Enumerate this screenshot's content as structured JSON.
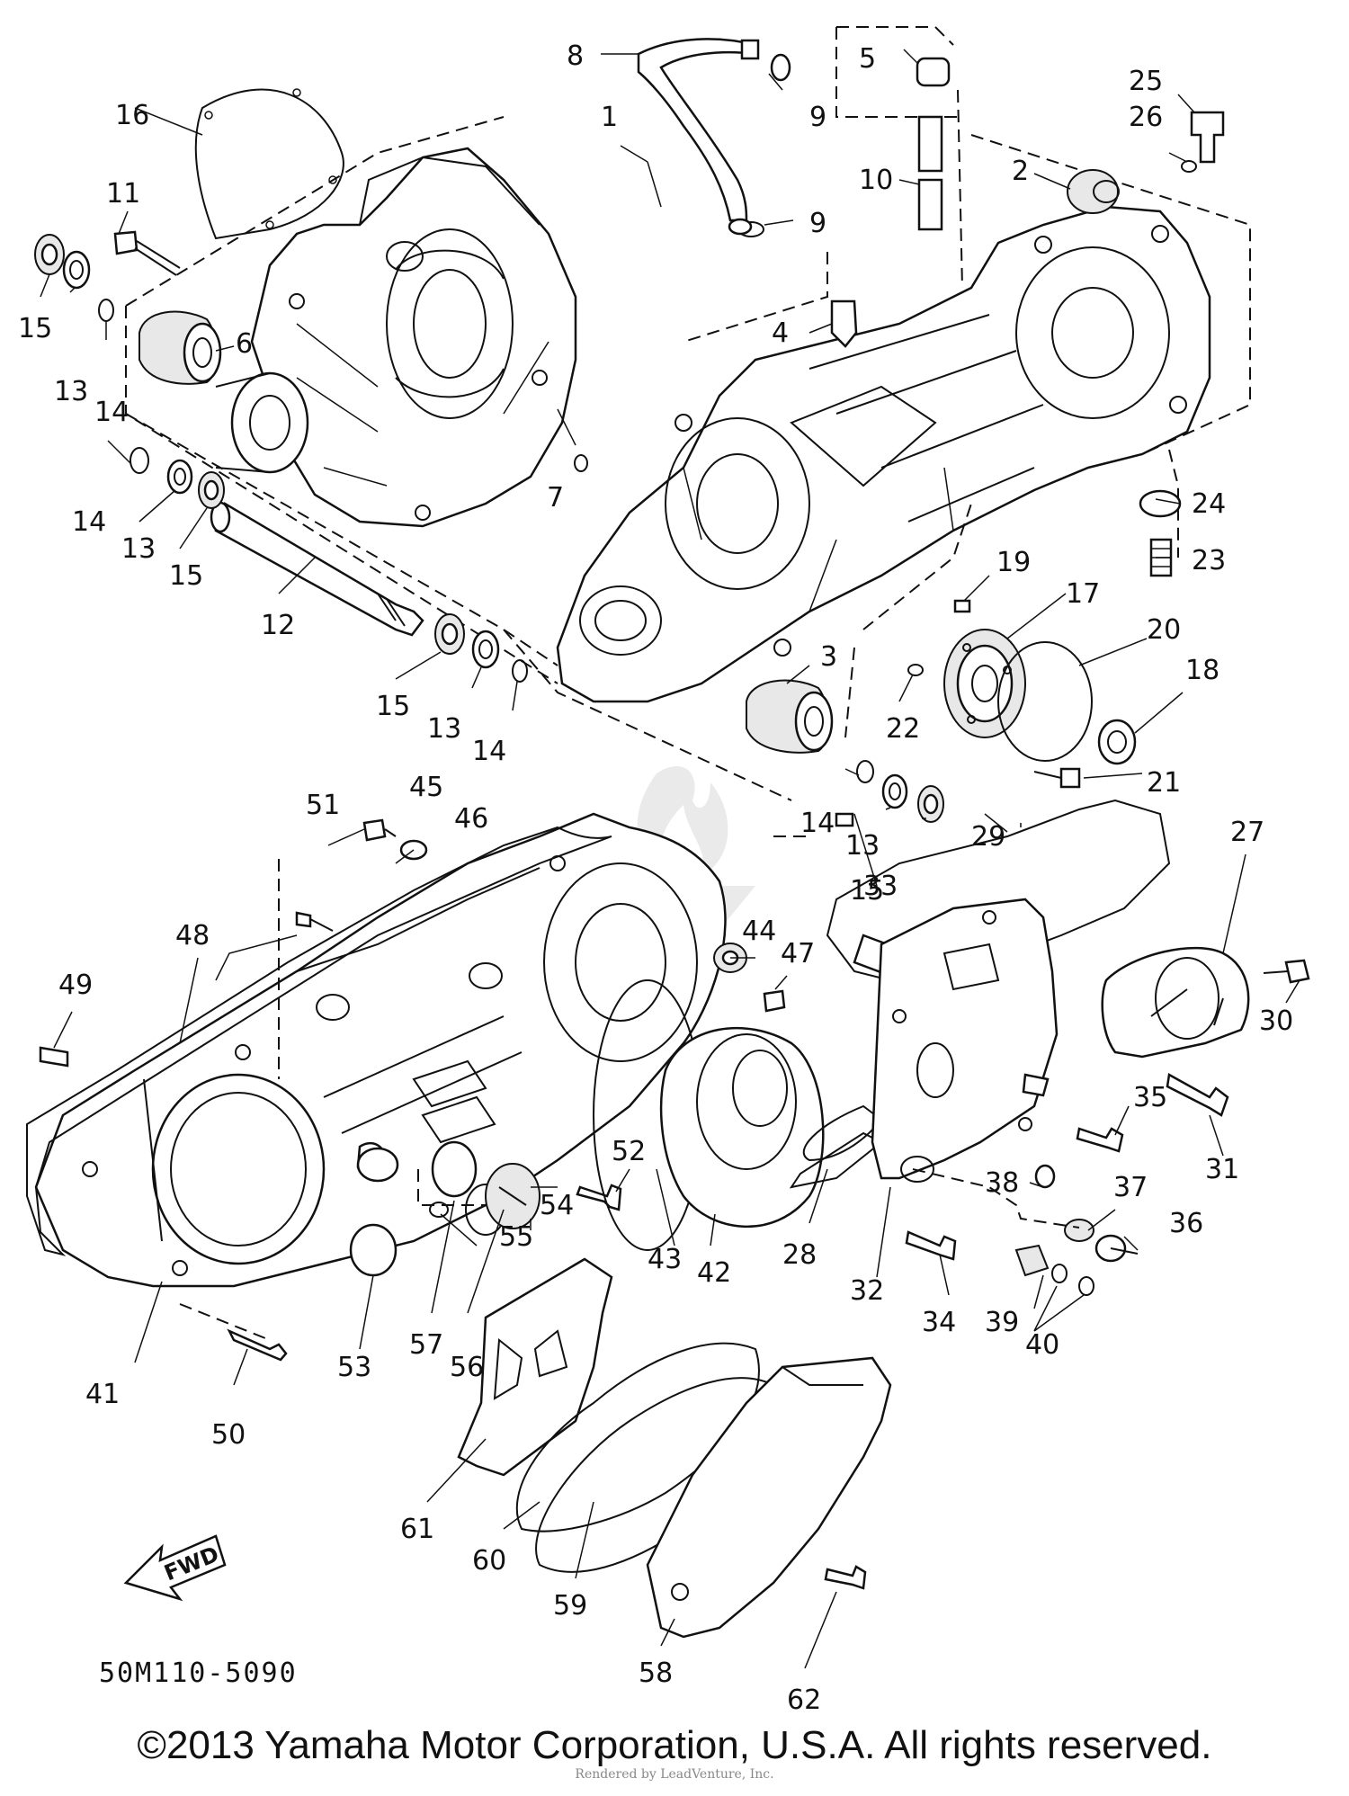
{
  "diagram": {
    "drawing_code": "50M110-5090",
    "fwd_label": "FWD",
    "copyright": "©2013 Yamaha Motor Corporation, U.S.A. All rights reserved.",
    "rendered_by": "Rendered by LeadVenture, Inc.",
    "callouts": {
      "c1": "1",
      "c2": "2",
      "c3": "3",
      "c4": "4",
      "c5": "5",
      "c6": "6",
      "c7": "7",
      "c8": "8",
      "c9a": "9",
      "c9b": "9",
      "c10": "10",
      "c11": "11",
      "c12": "12",
      "c13a": "13",
      "c13b": "13",
      "c13c": "13",
      "c13d": "13",
      "c14a": "14",
      "c14b": "14",
      "c14c": "14",
      "c14d": "14",
      "c15a": "15",
      "c15b": "15",
      "c15c": "15",
      "c15d": "15",
      "c16": "16",
      "c17": "17",
      "c18": "18",
      "c19": "19",
      "c20": "20",
      "c21": "21",
      "c22": "22",
      "c23": "23",
      "c24": "24",
      "c25": "25",
      "c26": "26",
      "c27": "27",
      "c28": "28",
      "c29": "29",
      "c30": "30",
      "c31": "31",
      "c32": "32",
      "c33": "33",
      "c34": "34",
      "c35": "35",
      "c36": "36",
      "c37": "37",
      "c38": "38",
      "c39": "39",
      "c40": "40",
      "c41": "41",
      "c42": "42",
      "c43": "43",
      "c44": "44",
      "c45": "45",
      "c46": "46",
      "c47": "47",
      "c48": "48",
      "c49": "49",
      "c50": "50",
      "c51": "51",
      "c52": "52",
      "c53": "53",
      "c54": "54",
      "c55": "55",
      "c56": "56",
      "c57": "57",
      "c58": "58",
      "c59": "59",
      "c60": "60",
      "c61": "61",
      "c62": "62"
    }
  }
}
